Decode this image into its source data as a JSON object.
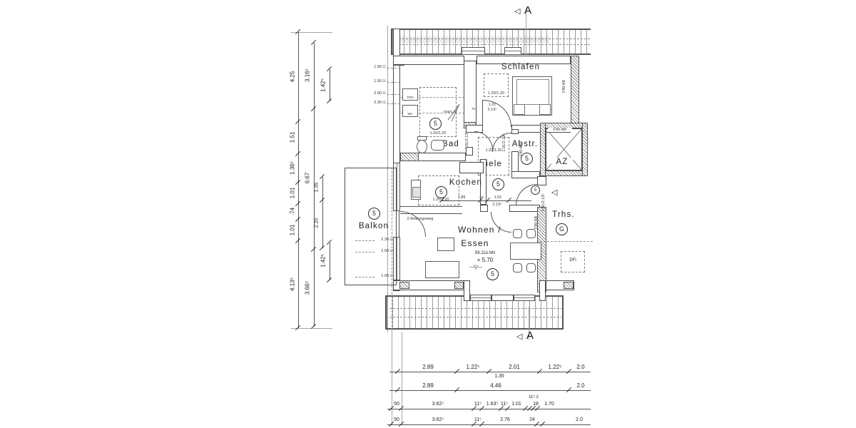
{
  "section": {
    "letter": "A",
    "triangle": "◁"
  },
  "unit": {
    "number": "5",
    "stair_letter": "G"
  },
  "rooms": {
    "schlafen": "Schlafen",
    "bad": "Bad",
    "abstr": "Abstr.",
    "diele": "Diele",
    "kochen": "Kochen",
    "wohnen1": "Wohnen /",
    "wohnen2": "Essen",
    "balkon": "Balkon",
    "trhs": "Trhs.",
    "az": "AZ"
  },
  "annot": {
    "level_ref": "59.11ü.NN",
    "level_val": "+ 5.70",
    "level_mark": "▽",
    "rettungsweg": "2.Rettungsweg",
    "f90": "F90 AB",
    "skylight": "1.20/1.20",
    "dfl": "DFl",
    "tro": "TRO",
    "wa": "WA",
    "fd": "FD9/1.35",
    "door_wh": "1.01/2.13⁵",
    "door_w": "1.01",
    "door_h": "2.13⁵",
    "seg75": "75",
    "seg37": "37¹",
    "seg189": "1.89",
    "entry_triangle": "◁"
  },
  "heights_left": [
    "1.90 l.l.",
    "1.50 l.l.",
    "2.00 l.l.",
    "2.30 l.l."
  ],
  "heights_balkon": [
    "2.30 l.l.",
    "2.00 l.l.",
    "1.00 l.l."
  ],
  "dims_left": {
    "chain1": [
      "4.25",
      "1.51",
      "1.36⁵",
      "1.01",
      ".74",
      "1.01",
      "4.13⁵"
    ],
    "chain2": [
      "3.16⁵",
      "6.67",
      "3.66⁵"
    ],
    "chain2b": [
      "1.35",
      "2.20"
    ],
    "chain3": [
      "1.42⁵",
      "1.42⁵"
    ]
  },
  "dims_bottom": {
    "row1": [
      "2.89",
      "1.22⁵",
      "2.01",
      "1.22⁵",
      "2.0"
    ],
    "row1_sub": "1.35",
    "row2": [
      "2.89",
      "4.46",
      "2.0"
    ],
    "row3": [
      "50",
      "3.62⁵",
      "11⁵",
      "1.63⁵",
      "11⁵",
      "1.01",
      "18",
      "1.70"
    ],
    "row3_sup": "11⁵ 2",
    "row4": [
      "50",
      "3.62⁵",
      "11⁵",
      "2.76",
      "24",
      "2.0"
    ]
  }
}
